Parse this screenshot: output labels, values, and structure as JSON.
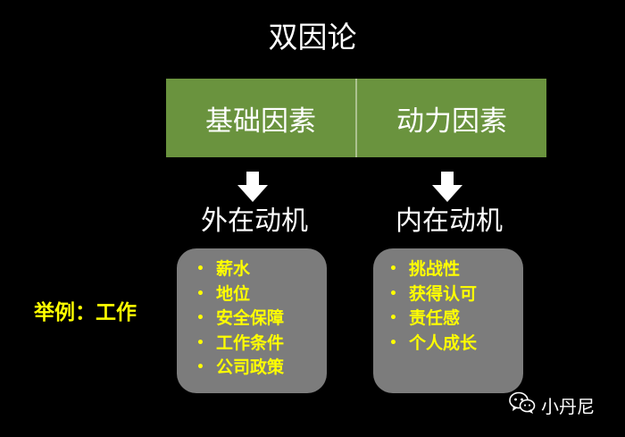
{
  "title": "双因论",
  "header": {
    "left": "基础因素",
    "right": "动力因素",
    "color": "#6a933e"
  },
  "motives": {
    "left": "外在动机",
    "right": "内在动机"
  },
  "example_label": "举例：工作",
  "extrinsic_items": [
    "薪水",
    "地位",
    "安全保障",
    "工作条件",
    "公司政策"
  ],
  "intrinsic_items": [
    "挑战性",
    "获得认可",
    "责任感",
    "个人成长"
  ],
  "item_color": "#ffff00",
  "box_color": "#7c7c7c",
  "arrow_icon": "down-arrow-icon",
  "watermark": {
    "icon": "wechat-icon",
    "text": "小丹尼"
  }
}
